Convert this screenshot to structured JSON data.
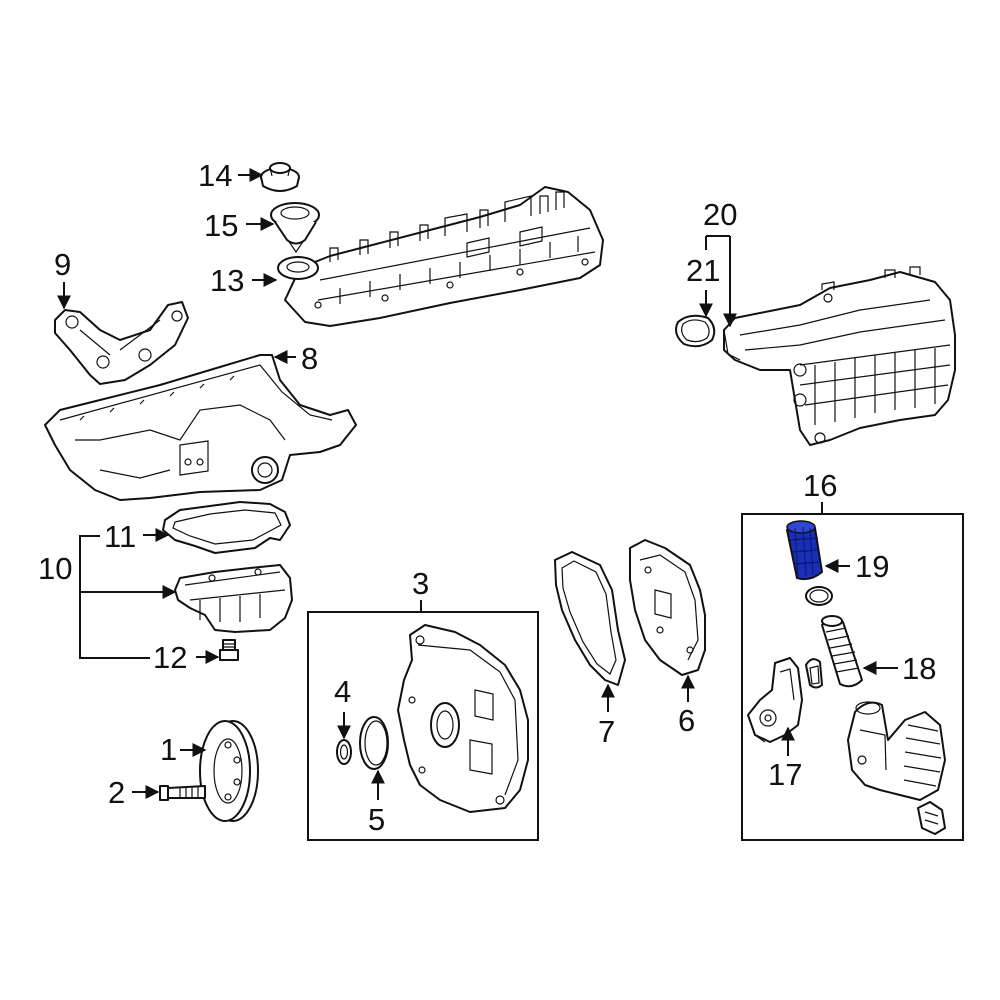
{
  "colors": {
    "line": "#111111",
    "background": "#ffffff",
    "highlight": "#1a2fb5"
  },
  "callouts": {
    "c1": "1",
    "c2": "2",
    "c3": "3",
    "c4": "4",
    "c5": "5",
    "c6": "6",
    "c7": "7",
    "c8": "8",
    "c9": "9",
    "c10": "10",
    "c11": "11",
    "c12": "12",
    "c13": "13",
    "c14": "14",
    "c15": "15",
    "c16": "16",
    "c17": "17",
    "c18": "18",
    "c19": "19",
    "c20": "20",
    "c21": "21"
  },
  "highlighted_part": "19"
}
